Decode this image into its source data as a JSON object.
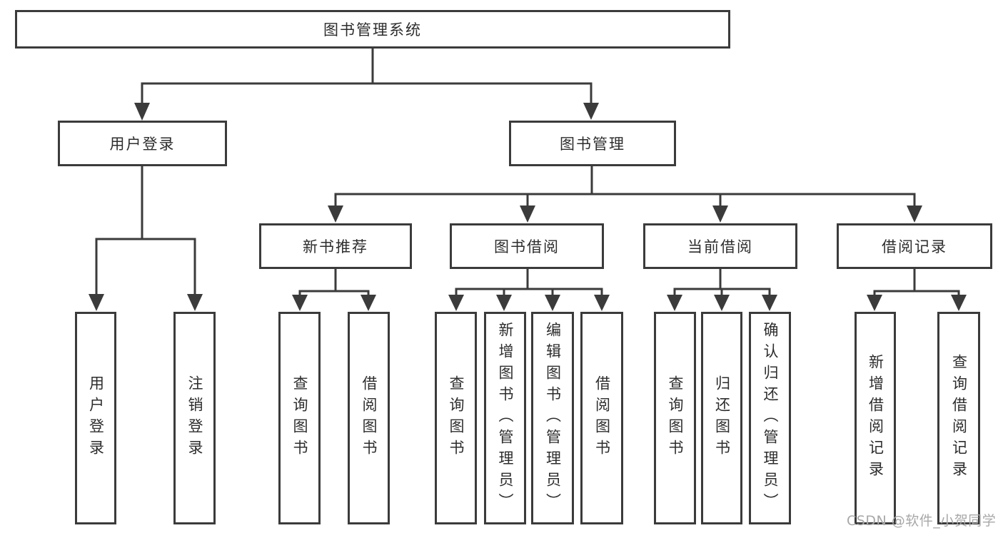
{
  "colors": {
    "line": "#3b3b3b",
    "text": "#2d2d2d",
    "background": "#ffffff",
    "watermark": "#a8a8a8"
  },
  "diagram": {
    "root": "图书管理系统",
    "login": {
      "label": "用户登录",
      "children": [
        "用户登录",
        "注销登录"
      ]
    },
    "management": {
      "label": "图书管理",
      "groups": [
        {
          "label": "新书推荐",
          "children": [
            "查询图书",
            "借阅图书"
          ]
        },
        {
          "label": "图书借阅",
          "children": [
            "查询图书",
            "新增图书（管理员）",
            "编辑图书（管理员）",
            "借阅图书"
          ]
        },
        {
          "label": "当前借阅",
          "children": [
            "查询图书",
            "归还图书",
            "确认归还（管理员）"
          ]
        },
        {
          "label": "借阅记录",
          "children": [
            "新增借阅记录",
            "查询借阅记录"
          ]
        }
      ]
    }
  },
  "watermark": "CSDN @软件_小贺同学"
}
